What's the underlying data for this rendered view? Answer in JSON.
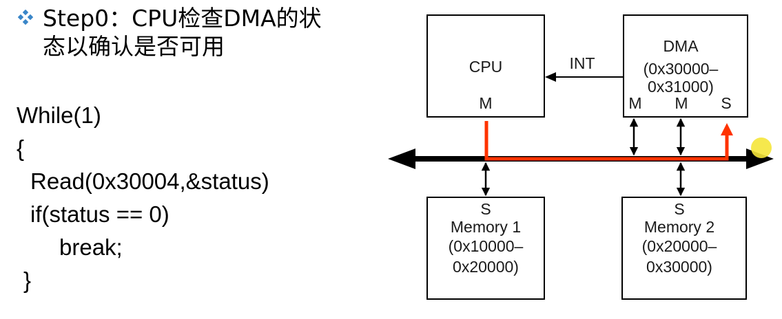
{
  "heading": {
    "bullet_icon": "diamond-bullet-icon",
    "bullet_color": "#3a86c8",
    "lines": [
      "Step0：CPU检查DMA的状",
      "态以确认是否可用"
    ]
  },
  "code": {
    "lines": [
      "While(1)",
      "{",
      "Read(0x30004,&status)",
      "if(status == 0)",
      "break;",
      "}"
    ]
  },
  "diagram": {
    "cpu": {
      "label": "CPU",
      "port": "M"
    },
    "dma": {
      "label": "DMA",
      "range_start": "(0x30000–",
      "range_end": "0x31000)",
      "ports": [
        "M",
        "M",
        "S"
      ]
    },
    "int_label": "INT",
    "memory1": {
      "port": "S",
      "label": "Memory 1",
      "range_start": "(0x10000–",
      "range_end": "0x20000)"
    },
    "memory2": {
      "port": "S",
      "label": "Memory 2",
      "range_start": "(0x20000–",
      "range_end": "0x30000)"
    },
    "colors": {
      "highlight_path": "#ff3300",
      "pointer_dot": "#f5e63a",
      "bus": "#000000"
    }
  }
}
